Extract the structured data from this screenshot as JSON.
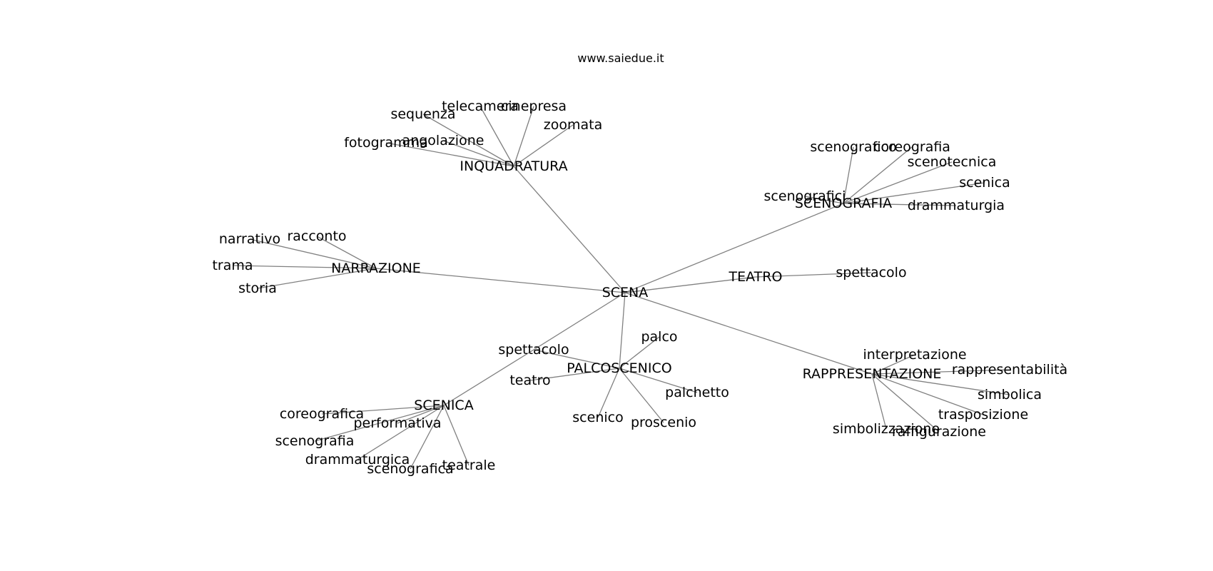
{
  "title": "www.saiedue.it",
  "nodes": {
    "scena": "SCENA",
    "inquadratura": "INQUADRATURA",
    "scenografia": "SCENOGRAFIA",
    "teatro": "TEATRO",
    "narrazione": "NARRAZIONE",
    "spettacolo1": "spettacolo",
    "palcoscenico": "PALCOSCENICO",
    "rappresentazione": "RAPPRESENTAZIONE",
    "scenica": "SCENICA",
    "telecamera": "telecamera",
    "cinepresa": "cinepresa",
    "sequenza": "sequenza",
    "zoomata": "zoomata",
    "angolazione": "angolazione",
    "fotogramma": "fotogramma",
    "scenografico": "scenografico",
    "coreografia": "coreografia",
    "scenotecnica": "scenotecnica",
    "scenica_lc": "scenica",
    "scenografici": "scenografici",
    "drammaturgia": "drammaturgia",
    "spettacolo2": "spettacolo",
    "narrativo": "narrativo",
    "racconto": "racconto",
    "trama": "trama",
    "storia": "storia",
    "palco": "palco",
    "teatro_lc": "teatro",
    "palchetto": "palchetto",
    "scenico": "scenico",
    "proscenio": "proscenio",
    "interpretazione": "interpretazione",
    "rappresentabilita": "rappresentabilità",
    "simbolica": "simbolica",
    "trasposizione": "trasposizione",
    "simbolizzazione": "simbolizzazione",
    "raffigurazione": "raffigurazione",
    "coreografica": "coreografica",
    "performativa": "performativa",
    "scenografia_lc": "scenografia",
    "drammaturgica": "drammaturgica",
    "scenografica": "scenografica",
    "teatrale": "teatrale"
  },
  "edges": [
    [
      "scena",
      "inquadratura"
    ],
    [
      "scena",
      "scenografia"
    ],
    [
      "scena",
      "teatro"
    ],
    [
      "scena",
      "narrazione"
    ],
    [
      "scena",
      "spettacolo1"
    ],
    [
      "scena",
      "palcoscenico"
    ],
    [
      "scena",
      "rappresentazione"
    ],
    [
      "spettacolo1",
      "scenica"
    ],
    [
      "spettacolo1",
      "palcoscenico"
    ],
    [
      "inquadratura",
      "telecamera"
    ],
    [
      "inquadratura",
      "cinepresa"
    ],
    [
      "inquadratura",
      "sequenza"
    ],
    [
      "inquadratura",
      "zoomata"
    ],
    [
      "inquadratura",
      "angolazione"
    ],
    [
      "inquadratura",
      "fotogramma"
    ],
    [
      "scenografia",
      "scenografico"
    ],
    [
      "scenografia",
      "coreografia"
    ],
    [
      "scenografia",
      "scenotecnica"
    ],
    [
      "scenografia",
      "scenica_lc"
    ],
    [
      "scenografia",
      "scenografici"
    ],
    [
      "scenografia",
      "drammaturgia"
    ],
    [
      "teatro",
      "spettacolo2"
    ],
    [
      "narrazione",
      "narrativo"
    ],
    [
      "narrazione",
      "racconto"
    ],
    [
      "narrazione",
      "trama"
    ],
    [
      "narrazione",
      "storia"
    ],
    [
      "palcoscenico",
      "palco"
    ],
    [
      "palcoscenico",
      "teatro_lc"
    ],
    [
      "palcoscenico",
      "palchetto"
    ],
    [
      "palcoscenico",
      "scenico"
    ],
    [
      "palcoscenico",
      "proscenio"
    ],
    [
      "rappresentazione",
      "interpretazione"
    ],
    [
      "rappresentazione",
      "rappresentabilita"
    ],
    [
      "rappresentazione",
      "simbolica"
    ],
    [
      "rappresentazione",
      "trasposizione"
    ],
    [
      "rappresentazione",
      "simbolizzazione"
    ],
    [
      "rappresentazione",
      "raffigurazione"
    ],
    [
      "scenica",
      "coreografica"
    ],
    [
      "scenica",
      "performativa"
    ],
    [
      "scenica",
      "scenografia_lc"
    ],
    [
      "scenica",
      "drammaturgica"
    ],
    [
      "scenica",
      "scenografica"
    ],
    [
      "scenica",
      "teatrale"
    ]
  ]
}
